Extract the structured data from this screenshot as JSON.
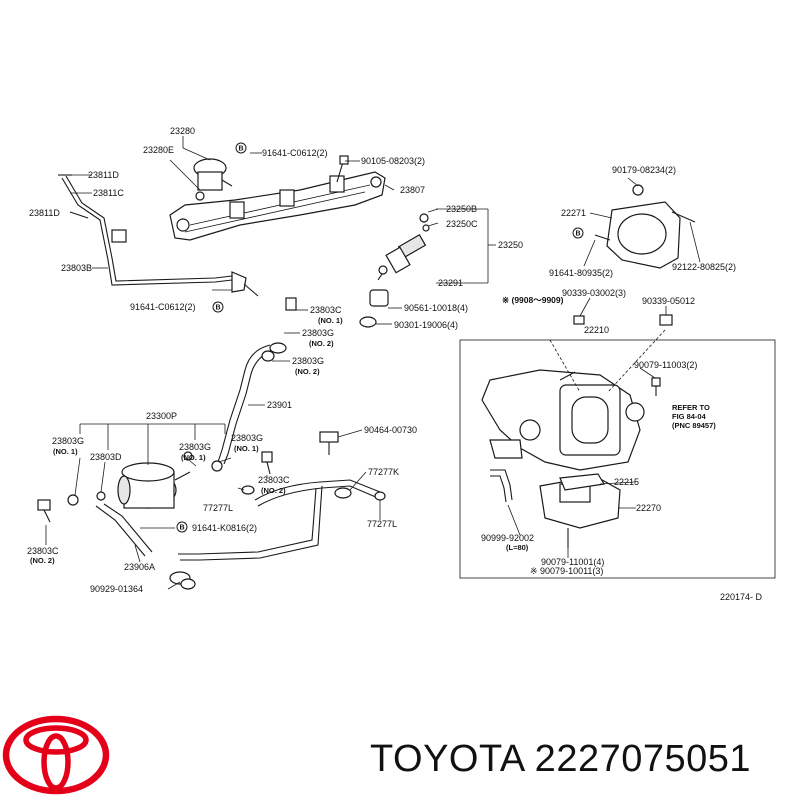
{
  "labels": {
    "p23280": "23280",
    "p23280E": "23280E",
    "p91641_C0612_top": "91641-C0612(2)",
    "p90105": "90105-08203(2)",
    "p23811D_top": "23811D",
    "p23811C": "23811C",
    "p23811D_left": "23811D",
    "p23807": "23807",
    "p23250B": "23250B",
    "p23250C": "23250C",
    "p23250": "23250",
    "p23803B": "23803B",
    "p23291": "23291",
    "p91641_C0612_bot": "91641-C0612(2)",
    "p90561": "90561-10018(4)",
    "p90301": "90301-19006(4)",
    "p23803C_1": "23803C",
    "no1_a": "(NO. 1)",
    "p23803G_1": "23803G",
    "no2_a": "(NO. 2)",
    "p23803G_2": "23803G",
    "no2_b": "(NO. 2)",
    "p23901": "23901",
    "p23300P": "23300P",
    "p23803G_3": "23803G",
    "no1_b": "(NO. 1)",
    "p23803D": "23803D",
    "p23803G_4": "23803G",
    "no1_c": "(NO. 1)",
    "p23803G_5": "23803G",
    "no1_d": "(NO. 1)",
    "p90464": "90464-00730",
    "p77277K": "77277K",
    "p77277L_1": "77277L",
    "p23803C_2": "23803C",
    "no2_c": "(NO. 2)",
    "p77277L_2": "77277L",
    "p91641_K0816": "91641-K0816(2)",
    "p23803C_3": "23803C",
    "no2_d": "(NO. 2)",
    "p23906A": "23906A",
    "p90929": "90929-01364",
    "p90179": "90179-08234(2)",
    "p22271": "22271",
    "p91641_80935": "91641-80935(2)",
    "p92122": "92122-80825(2)",
    "range": "※ (9908～9909)",
    "p90339_03002": "90339-03002(3)",
    "p90339_05012": "90339-05012",
    "p22210": "22210",
    "p90079_11003": "90079-11003(2)",
    "refer1": "REFER TO",
    "refer2": "FIG 84-04",
    "refer3": "(PNC 89457)",
    "p22215": "22215",
    "p22270": "22270",
    "p90999": "90999-92002",
    "l80": "(L=80)",
    "p90079_11001": "90079-11001(4)",
    "p90079_10011": "※ 90079-10011(3)",
    "diagram_code": "220174- D",
    "b_mark": "B"
  },
  "footer": {
    "brand": "TOYOTA 2227075051"
  },
  "colors": {
    "logo_red": "#e50019",
    "ink": "#111111"
  },
  "icons": {
    "logo": "toyota-logo-icon"
  }
}
